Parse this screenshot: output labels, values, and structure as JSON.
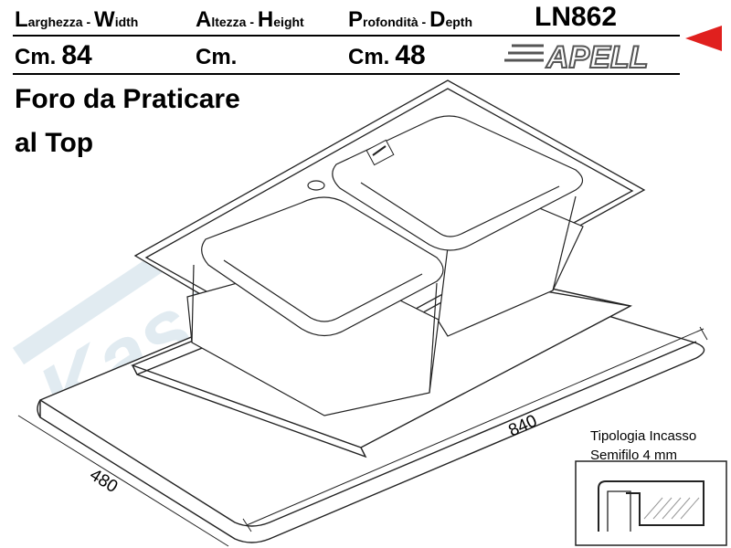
{
  "header": {
    "width": {
      "label_big": "L",
      "label": "arghezza - ",
      "label_big2": "W",
      "label2": "idth",
      "unit": "Cm.",
      "value": "84"
    },
    "height": {
      "label_big": "A",
      "label": "ltezza - ",
      "label_big2": "H",
      "label2": "eight",
      "unit": "Cm.",
      "value": ""
    },
    "depth": {
      "label_big": "P",
      "label": "rofondità - ",
      "label_big2": "D",
      "label2": "epth",
      "unit": "Cm.",
      "value": "48"
    },
    "model": "LN862",
    "brand": "APELL"
  },
  "title": {
    "line1": "Foro da Praticare",
    "line2": "al Top"
  },
  "dimensions": {
    "length": "840",
    "width": "480"
  },
  "install": {
    "line1": "Tipologia Incasso",
    "line2": "Semifilo 4 mm"
  },
  "watermark": "Kasa Cucina",
  "colors": {
    "accent": "#e0201e",
    "line": "#222222",
    "watermark": "#c9dce6"
  }
}
